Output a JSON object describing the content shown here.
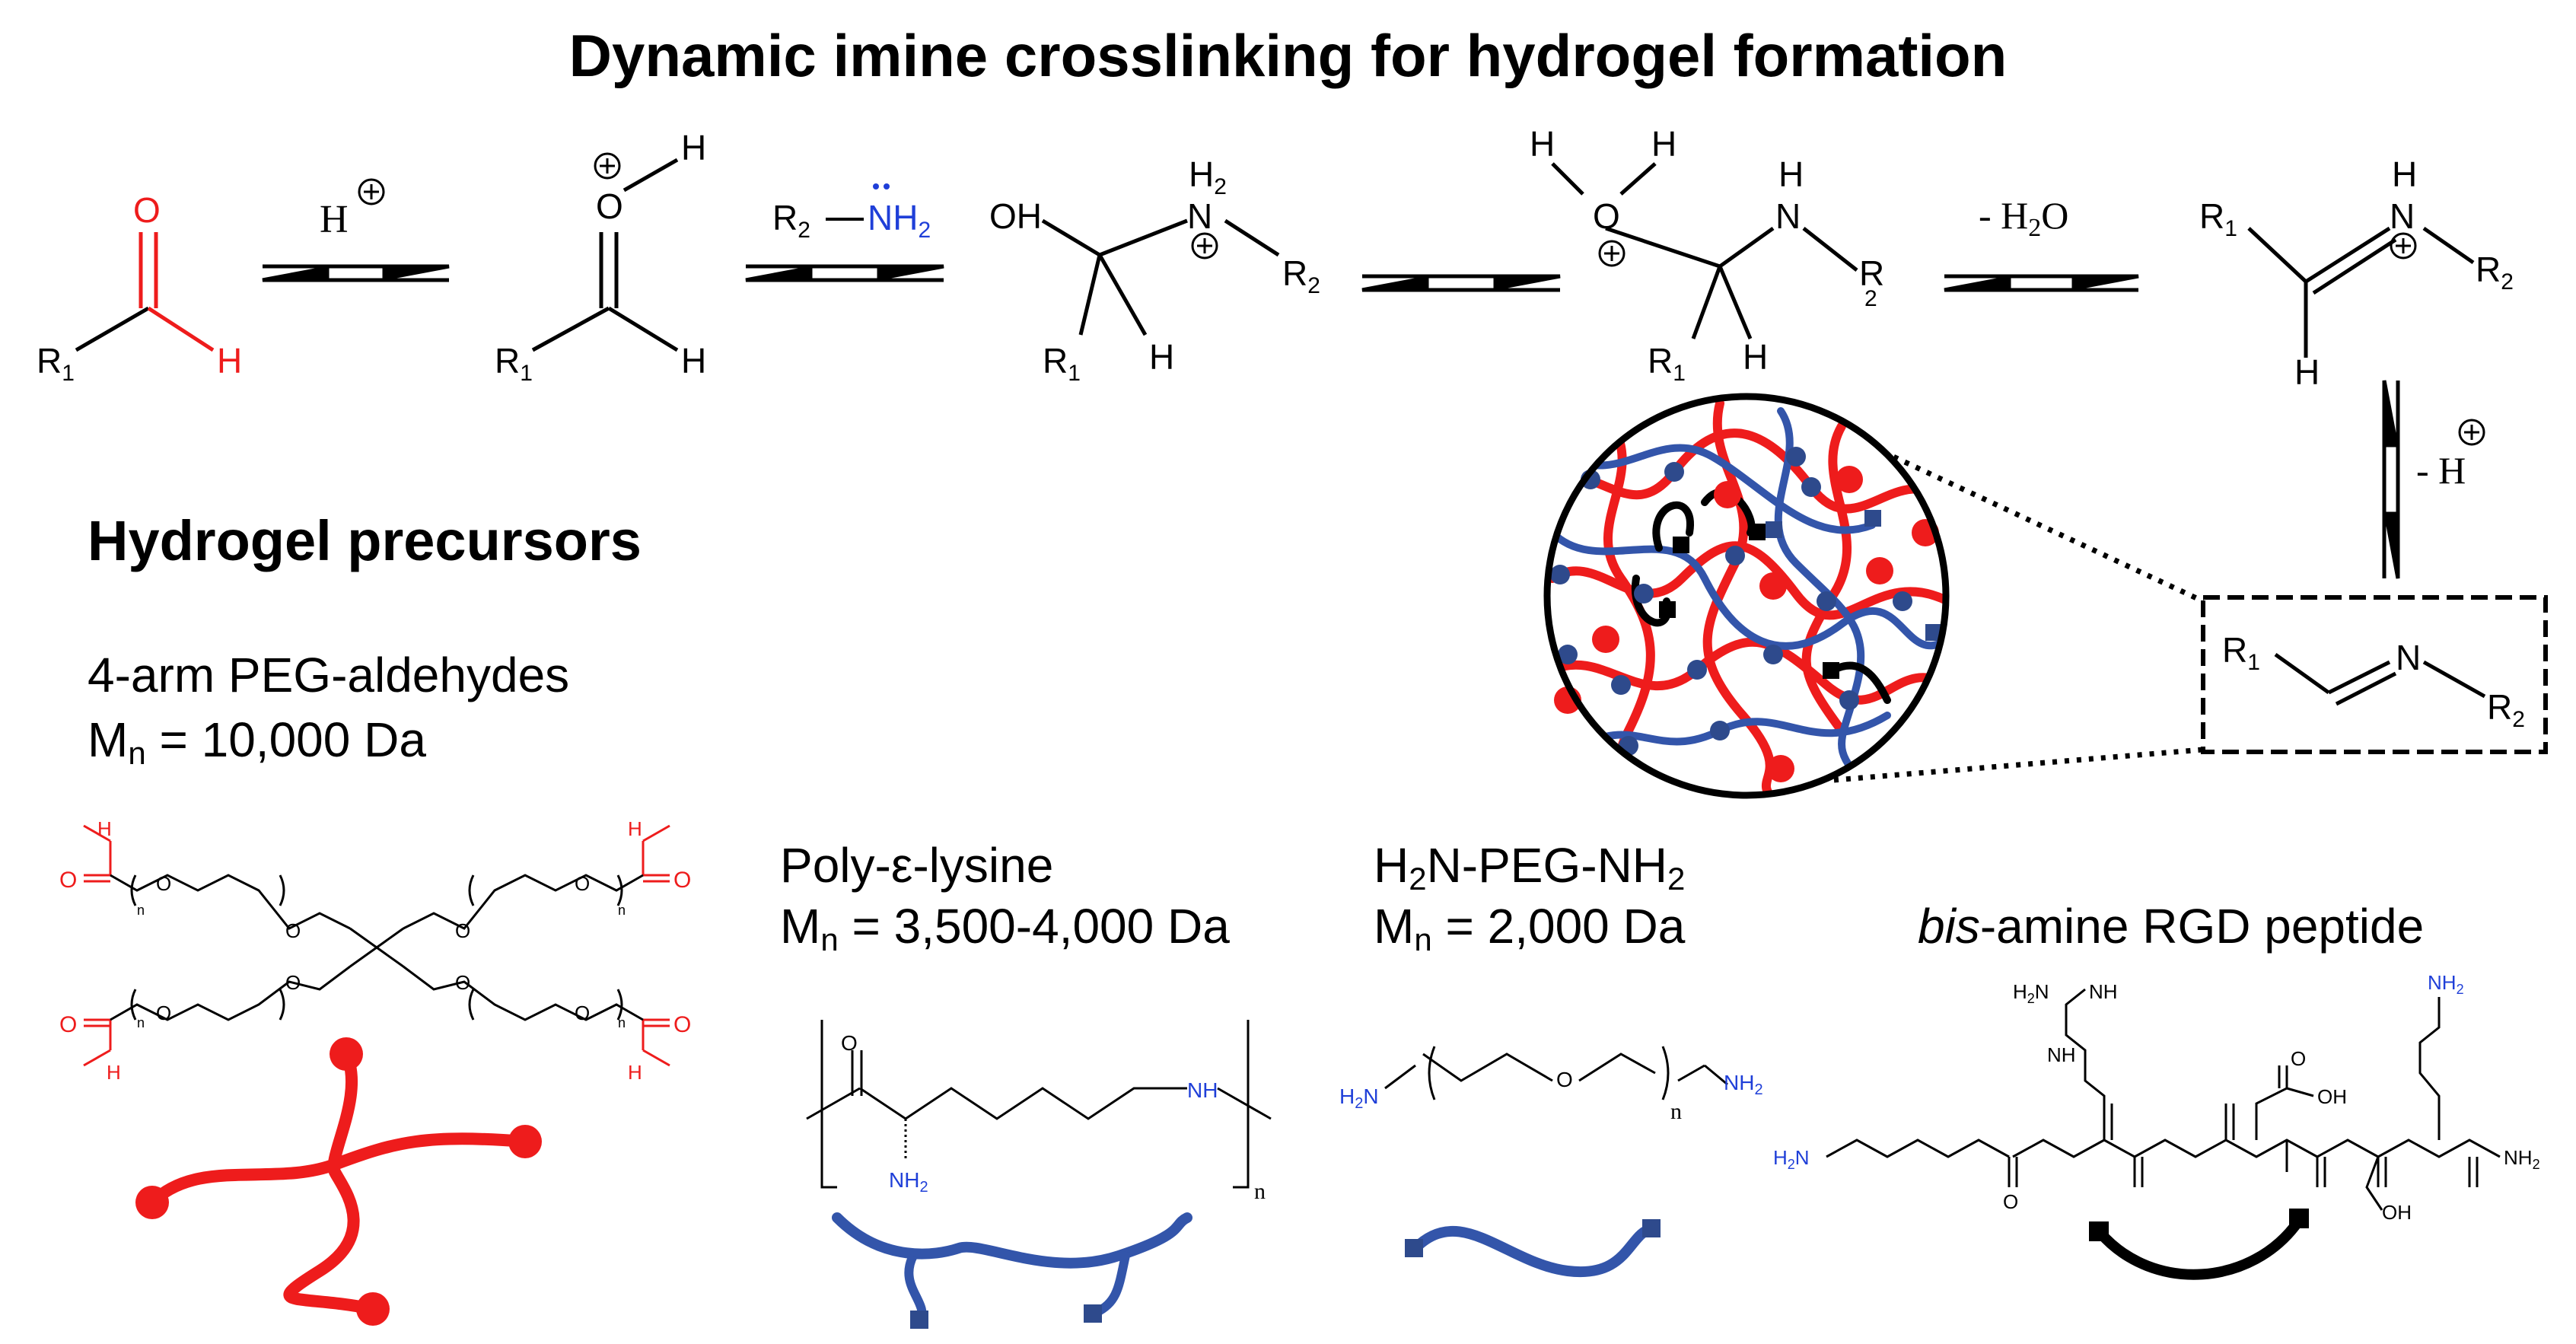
{
  "title": "Dynamic imine crosslinking for hydrogel formation",
  "mechanism": {
    "catalyst": "H",
    "amine_r": "R",
    "amine_r_sub": "2",
    "amine_nh": "NH",
    "amine_nh_sub": "2",
    "water_loss": "- H",
    "water_loss_sub": "2",
    "water_loss_o": "O",
    "deprotonation": "- H",
    "plus": "+"
  },
  "atoms": {
    "O": "O",
    "H": "H",
    "N": "N",
    "OH": "OH",
    "R": "R",
    "sub1": "1",
    "sub2": "2"
  },
  "precursors": {
    "heading": "Hydrogel precursors",
    "peg_aldehyde": {
      "name": "4-arm PEG-aldehydes",
      "mn_prefix": "M",
      "mn_sub": "n",
      "mn_value": " = 10,000 Da",
      "n": "n"
    },
    "poly_lysine": {
      "name": "Poly-ε-lysine",
      "mn_prefix": "M",
      "mn_sub": "n",
      "mn_value": " = 3,500-4,000 Da",
      "nh2": "NH",
      "nh2_sub": "2",
      "n": "n"
    },
    "peg_diamine": {
      "name_a": "H",
      "name_sub1": "2",
      "name_b": "N-PEG-NH",
      "name_sub2": "2",
      "mn_prefix": "M",
      "mn_sub": "n",
      "mn_value": " = 2,000 Da",
      "h2n": "H",
      "h2n_sub": "2",
      "h2n_n": "N",
      "n": "n"
    },
    "rgd_peptide": {
      "name_italic": "bis",
      "name_rest": "-amine RGD peptide",
      "nh2": "NH",
      "nh2_sub": "2",
      "h2n": "H",
      "h2n_sub": "2",
      "h2n_n": "N",
      "nh": "NH",
      "oh": "OH",
      "cooh": "OH"
    }
  },
  "colors": {
    "aldehyde_red": "#ee1c1c",
    "amine_blue": "#3355aa",
    "node_blue": "#2e4a8c",
    "peptide_black": "#000000",
    "amine_text_blue": "#1f3fd8"
  }
}
